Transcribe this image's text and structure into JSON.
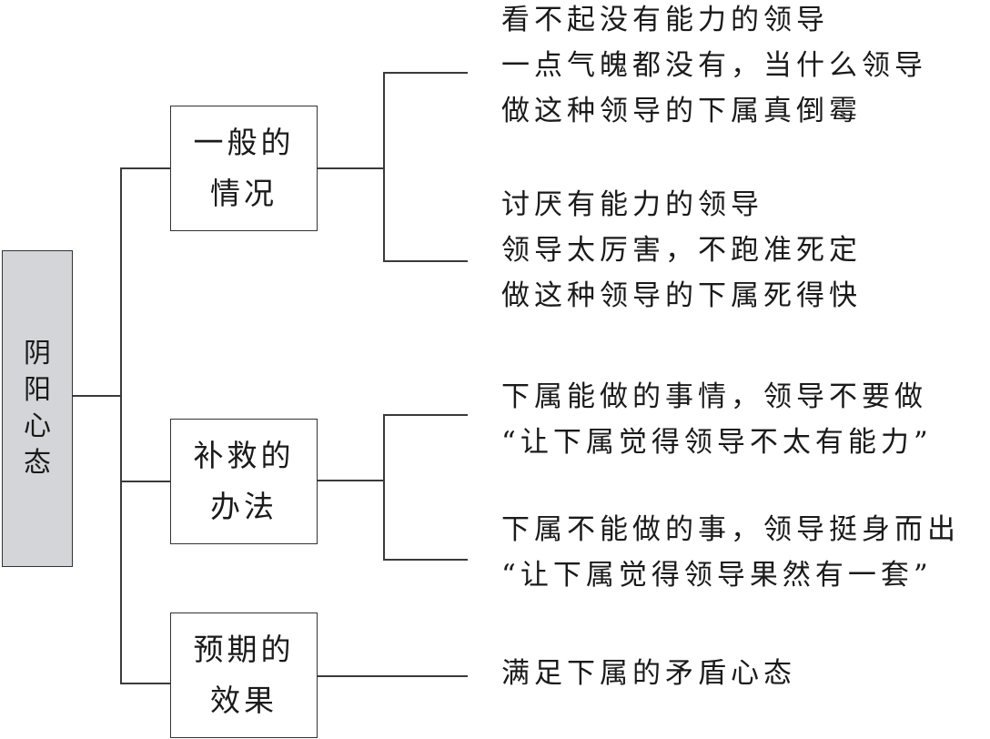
{
  "root": {
    "label": "阴阳心态",
    "chars": [
      "阴",
      "阳",
      "心",
      "态"
    ],
    "fill_color": "#d3d5d8"
  },
  "branches": [
    {
      "label_lines": [
        "一般的",
        "情况"
      ],
      "groups": [
        {
          "lines": [
            "看不起没有能力的领导",
            "一点气魄都没有，当什么领导",
            "做这种领导的下属真倒霉"
          ]
        },
        {
          "lines": [
            "讨厌有能力的领导",
            "领导太厉害，不跑准死定",
            "做这种领导的下属死得快"
          ]
        }
      ]
    },
    {
      "label_lines": [
        "补救的",
        "办法"
      ],
      "groups": [
        {
          "lines": [
            "下属能做的事情，领导不要做",
            "“让下属觉得领导不太有能力”"
          ]
        },
        {
          "lines": [
            "下属不能做的事，领导挺身而出",
            "“让下属觉得领导果然有一套”"
          ]
        }
      ]
    },
    {
      "label_lines": [
        "预期的",
        "效果"
      ],
      "groups": [
        {
          "lines": [
            "满足下属的矛盾心态"
          ]
        }
      ]
    }
  ]
}
